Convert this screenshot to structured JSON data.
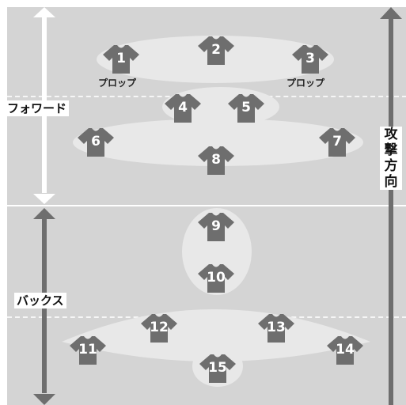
{
  "groups": {
    "forwards": "フォワード",
    "backs": "バックス"
  },
  "direction_label": [
    "攻",
    "撃",
    "方",
    "向"
  ],
  "prop_label_left": "プロップ",
  "prop_label_right": "プロップ",
  "players": [
    "1",
    "2",
    "3",
    "4",
    "5",
    "6",
    "7",
    "8",
    "9",
    "10",
    "11",
    "12",
    "13",
    "14",
    "15"
  ],
  "colors": {
    "pitch": "#d4d4d4",
    "zone": "#e8e8e8",
    "jersey": "#6e6e6e",
    "arrow_dark": "#6e6e6e",
    "arrow_light": "#ffffff"
  }
}
